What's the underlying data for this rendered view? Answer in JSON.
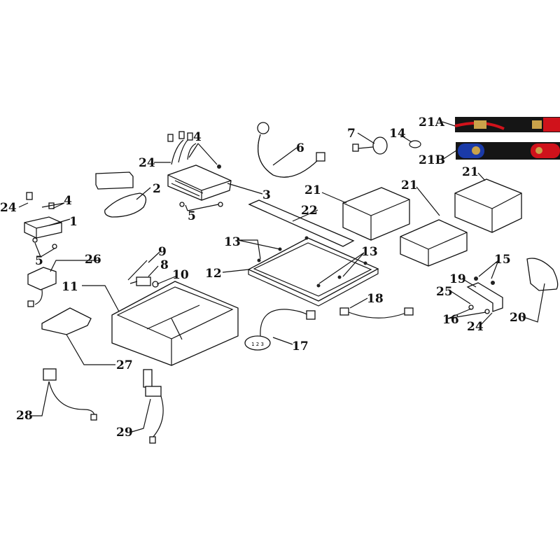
{
  "diagram": {
    "labels": [
      "1",
      "2",
      "3",
      "4",
      "4",
      "5",
      "5",
      "6",
      "7",
      "8",
      "9",
      "10",
      "11",
      "12",
      "13",
      "13",
      "14",
      "15",
      "16",
      "17",
      "18",
      "19",
      "20",
      "21",
      "21",
      "21",
      "21A",
      "21B",
      "22",
      "24",
      "24",
      "24",
      "25",
      "26",
      "27",
      "28",
      "29"
    ],
    "photo_colors": {
      "red": "#d0121b",
      "blue": "#1a3aa8",
      "black": "#151515",
      "brass": "#c9a24a"
    }
  },
  "connector_label": "1 2 3"
}
